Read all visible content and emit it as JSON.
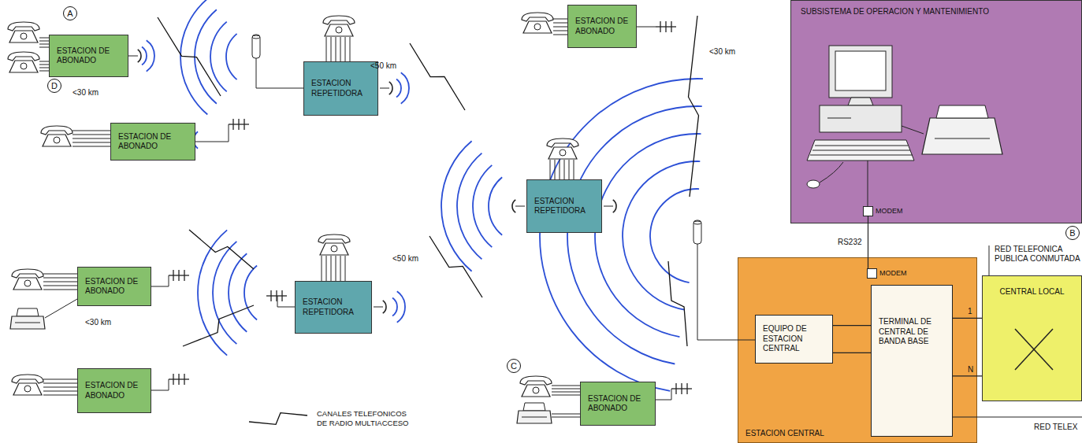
{
  "diagram": {
    "nodes": [
      {
        "text": [
          "ESTACION DE ABONADO"
        ]
      },
      {
        "text": [
          "ESTACION DE ABONADO"
        ]
      },
      {
        "text": [
          "ESTACION REPETIDORA"
        ]
      },
      {
        "text": [
          "ESTACION DE ABONADO"
        ]
      },
      {
        "text": [
          "SUBSISTEMA DE OPERACION Y MANTENIMIENTO"
        ]
      },
      {
        "text": [
          "MODEM"
        ],
        "in": 4
      },
      {
        "text": [
          "ESTACION REPETIDORA"
        ]
      },
      {
        "text": [
          "ESTACION DE ABONADO"
        ]
      },
      {
        "text": [
          "ESTACION REPETIDORA"
        ]
      },
      {
        "text": [
          "ESTACION DE ABONADO"
        ]
      },
      {
        "text": [
          "ESTACION DE ABONADO"
        ]
      },
      {
        "text": [
          "ESTACION CENTRAL"
        ]
      },
      {
        "text": [
          "MODEM"
        ],
        "in": 11
      },
      {
        "text": [
          "EQUIPO DE ESTACION CENTRAL"
        ],
        "in": 11
      },
      {
        "text": [
          "TERMINAL DE CENTRAL DE BANDA BASE"
        ],
        "in": 11
      },
      {
        "text": [
          "CENTRAL LOCAL"
        ]
      }
    ],
    "edges": [
      {
        "from": 5,
        "to": 12,
        "label": "RS232",
        "arrow": "none"
      },
      {
        "from": 13,
        "to": 14,
        "arrow": "none"
      },
      {
        "from": 13,
        "to": 14,
        "arrow": "none"
      },
      {
        "from": 14,
        "to": 15,
        "label": "1",
        "arrow": "none"
      },
      {
        "from": 14,
        "to": 15,
        "label": "N",
        "arrow": "none"
      }
    ],
    "labels": [
      "A",
      "D",
      "<30 km",
      "<50 km",
      "<30 km",
      "<50 km",
      "<30 km",
      "C",
      "B",
      "RED TELEFONICA PUBLICA CONMUTADA",
      "RED TELEX"
    ],
    "legend": [
      {
        "text": "CANALES TELEFONICOS DE RADIO MULTIACCESO"
      }
    ]
  }
}
